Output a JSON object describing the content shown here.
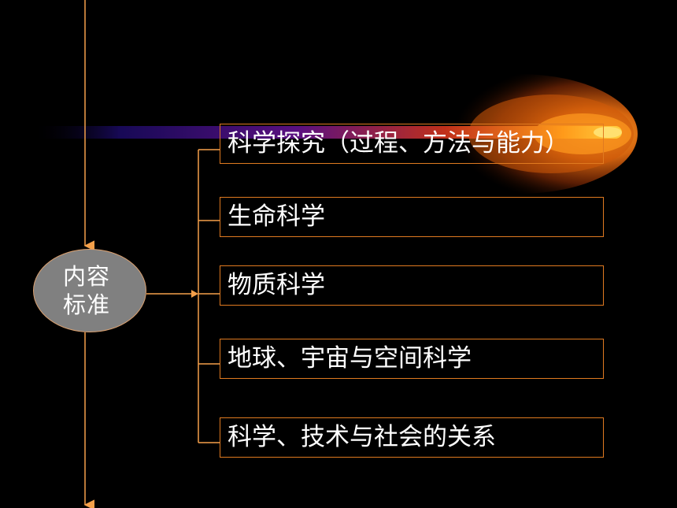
{
  "center_node": {
    "line1": "内容",
    "line2": "标准"
  },
  "boxes": [
    {
      "label": "科学探究（过程、方法与能力）"
    },
    {
      "label": "生命科学"
    },
    {
      "label": "物质科学"
    },
    {
      "label": "地球、宇宙与空间科学"
    },
    {
      "label": "科学、技术与社会的关系"
    }
  ],
  "colors": {
    "background": "#000000",
    "line": "#f5a04a",
    "box_border": "#e07a20",
    "node_fill": "#808080",
    "text": "#ffffff",
    "glow": "#ff9a1a"
  }
}
